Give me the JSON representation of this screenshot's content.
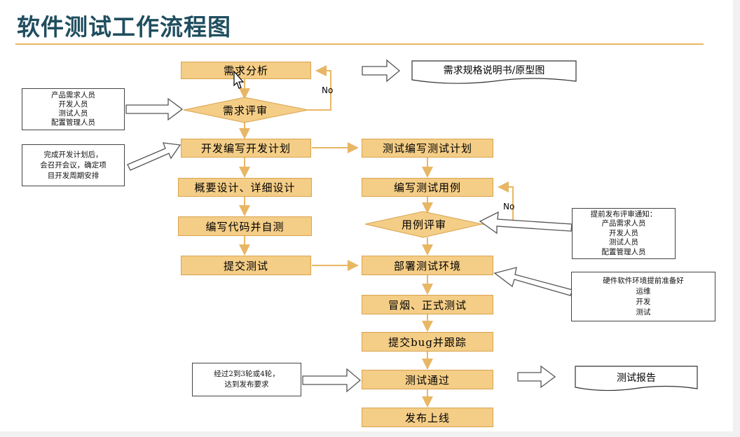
{
  "title": "软件测试工作流程图",
  "left_flow": {
    "req_analysis": "需求分析",
    "req_review": "需求评审",
    "dev_plan": "开发编写开发计划",
    "design": "概要设计、详细设计",
    "coding": "编写代码并自测",
    "submit_test": "提交测试"
  },
  "right_flow": {
    "test_plan": "测试编写测试计划",
    "test_cases": "编写测试用例",
    "case_review": "用例评审",
    "deploy_env": "部署测试环境",
    "smoke_test": "冒烟、正式测试",
    "submit_bug": "提交bug并跟踪",
    "test_pass": "测试通过",
    "release": "发布上线"
  },
  "no_labels": [
    "No",
    "No"
  ],
  "docs": {
    "spec": "需求规格说明书/原型图",
    "report": "测试报告"
  },
  "notes": {
    "req_review_people": [
      "产品需求人员",
      "开发人员",
      "测试人员",
      "配置管理人员"
    ],
    "dev_plan_note": [
      "完成开发计划后，",
      "会召开会议，确定项",
      "目开发周期安排"
    ],
    "case_review_notice": [
      "提前发布评审通知：",
      "产品需求人员",
      "开发人员",
      "测试人员",
      "配置管理人员"
    ],
    "env_note": [
      "硬件软件环境提前准备好",
      "运维",
      "开发",
      "测试"
    ],
    "pass_note": [
      "经过2到3轮或4轮，",
      "达到发布要求"
    ]
  },
  "colors": {
    "box_fill": "#f4cd86",
    "box_border": "#d9a450",
    "arrow": "#e8b765",
    "title": "#1f4e5f",
    "rule": "#e8b765"
  }
}
